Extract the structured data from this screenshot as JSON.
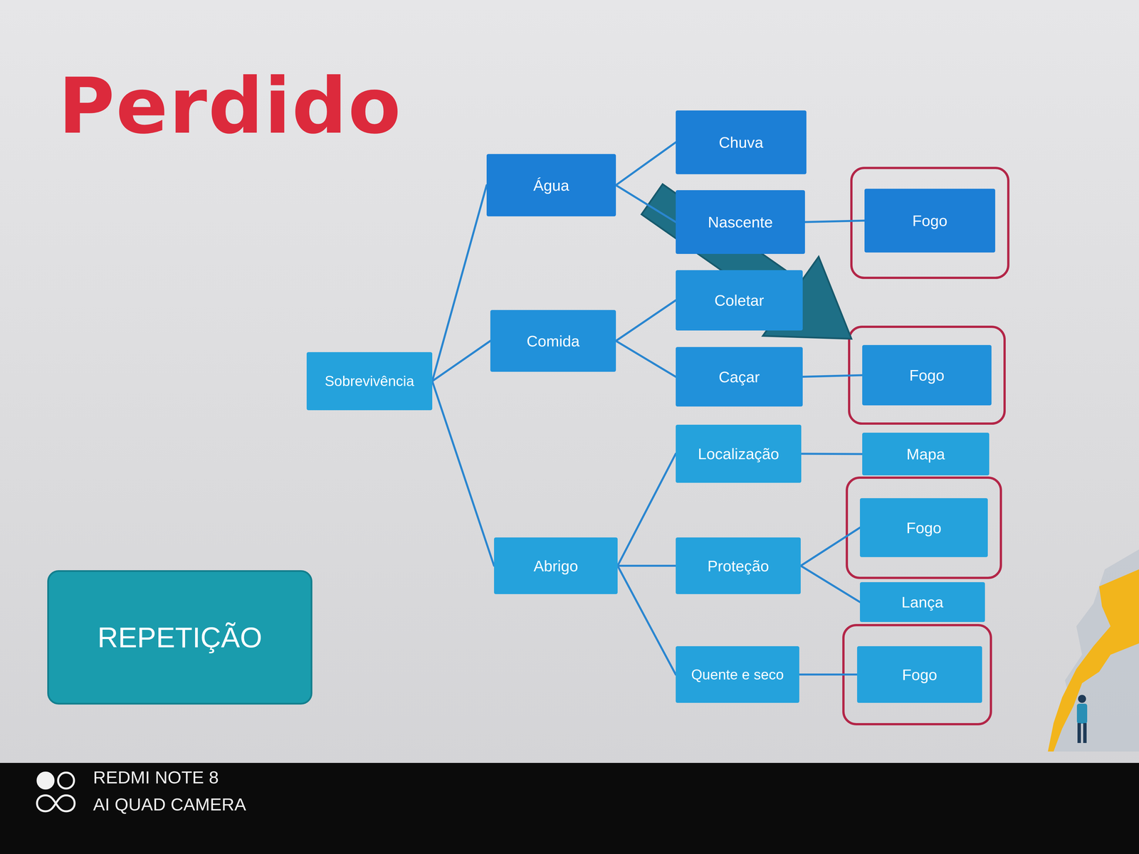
{
  "diagram": {
    "title": "Perdido",
    "nodes": [
      {
        "text": [
          "Sobrevivência"
        ]
      },
      {
        "text": [
          "Água"
        ]
      },
      {
        "text": [
          "Chuva"
        ]
      },
      {
        "text": [
          "Nascente"
        ]
      },
      {
        "text": [
          "Fogo"
        ]
      },
      {
        "text": [
          "Comida"
        ]
      },
      {
        "text": [
          "Coletar"
        ]
      },
      {
        "text": [
          "Caçar"
        ]
      },
      {
        "text": [
          "Fogo"
        ]
      },
      {
        "text": [
          "Abrigo"
        ]
      },
      {
        "text": [
          "Localização"
        ]
      },
      {
        "text": [
          "Mapa"
        ]
      },
      {
        "text": [
          "Proteção"
        ]
      },
      {
        "text": [
          "Fogo"
        ]
      },
      {
        "text": [
          "Lança"
        ]
      },
      {
        "text": [
          "Quente e seco"
        ]
      },
      {
        "text": [
          "Fogo"
        ]
      },
      {
        "text": [
          "REPETIÇÃO"
        ]
      }
    ],
    "edges": [
      {
        "from": 0,
        "to": 1,
        "arrow": "none"
      },
      {
        "from": 0,
        "to": 5,
        "arrow": "none"
      },
      {
        "from": 0,
        "to": 9,
        "arrow": "none"
      },
      {
        "from": 1,
        "to": 2,
        "arrow": "none"
      },
      {
        "from": 1,
        "to": 3,
        "arrow": "none"
      },
      {
        "from": 3,
        "to": 4,
        "arrow": "none"
      },
      {
        "from": 5,
        "to": 6,
        "arrow": "none"
      },
      {
        "from": 5,
        "to": 7,
        "arrow": "none"
      },
      {
        "from": 7,
        "to": 8,
        "arrow": "none"
      },
      {
        "from": 9,
        "to": 10,
        "arrow": "none"
      },
      {
        "from": 9,
        "to": 12,
        "arrow": "none"
      },
      {
        "from": 9,
        "to": 15,
        "arrow": "none"
      },
      {
        "from": 10,
        "to": 11,
        "arrow": "none"
      },
      {
        "from": 12,
        "to": 13,
        "arrow": "none"
      },
      {
        "from": 12,
        "to": 14,
        "arrow": "none"
      },
      {
        "from": 15,
        "to": 16,
        "arrow": "none"
      }
    ],
    "labels": [
      "REDMI NOTE 8",
      "AI QUAD CAMERA"
    ]
  }
}
